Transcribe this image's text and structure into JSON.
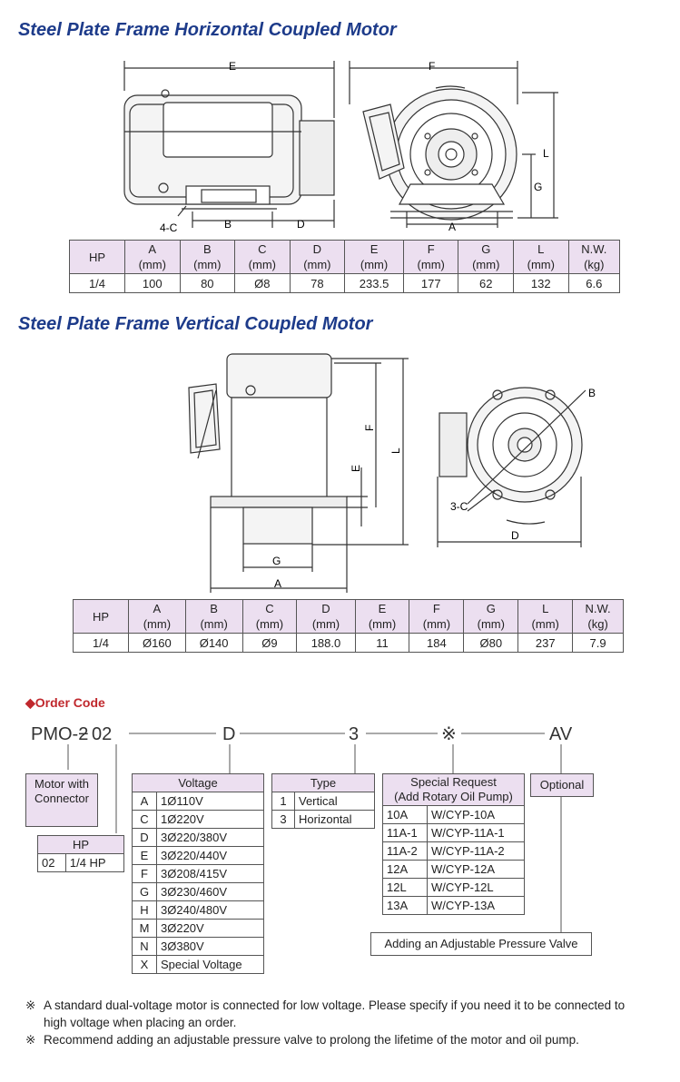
{
  "horizontal": {
    "title": "Steel Plate Frame Horizontal Coupled Motor",
    "dims": {
      "E": "E",
      "F": "F",
      "B": "B",
      "D": "D",
      "A": "A",
      "G": "G",
      "L": "L",
      "C4": "4-C"
    },
    "headers": [
      "HP",
      "A",
      "B",
      "C",
      "D",
      "E",
      "F",
      "G",
      "L",
      "N.W."
    ],
    "units": [
      "",
      "(mm)",
      "(mm)",
      "(mm)",
      "(mm)",
      "(mm)",
      "(mm)",
      "(mm)",
      "(mm)",
      "(kg)"
    ],
    "values": [
      "1/4",
      "100",
      "80",
      "Ø8",
      "78",
      "233.5",
      "177",
      "62",
      "132",
      "6.6"
    ]
  },
  "vertical": {
    "title": "Steel Plate Frame Vertical Coupled Motor",
    "dims": {
      "F": "F",
      "L": "L",
      "E": "E",
      "G": "G",
      "A": "A",
      "B": "B",
      "D": "D",
      "C3": "3-C"
    },
    "headers": [
      "HP",
      "A",
      "B",
      "C",
      "D",
      "E",
      "F",
      "G",
      "L",
      "N.W."
    ],
    "units": [
      "",
      "(mm)",
      "(mm)",
      "(mm)",
      "(mm)",
      "(mm)",
      "(mm)",
      "(mm)",
      "(mm)",
      "(kg)"
    ],
    "values": [
      "1/4",
      "Ø160",
      "Ø140",
      "Ø9",
      "188.0",
      "11",
      "184",
      "Ø80",
      "237",
      "7.9"
    ]
  },
  "order": {
    "heading": "Order Code",
    "code_parts": [
      "PMO-2",
      "02",
      "D",
      "3",
      "※",
      "AV"
    ],
    "motor_box": "Motor with Connector",
    "hp_header": "HP",
    "hp_row": [
      "02",
      "1/4 HP"
    ],
    "voltage_header": "Voltage",
    "voltage": [
      [
        "A",
        "1Ø110V"
      ],
      [
        "C",
        "1Ø220V"
      ],
      [
        "D",
        "3Ø220/380V"
      ],
      [
        "E",
        "3Ø220/440V"
      ],
      [
        "F",
        "3Ø208/415V"
      ],
      [
        "G",
        "3Ø230/460V"
      ],
      [
        "H",
        "3Ø240/480V"
      ],
      [
        "M",
        "3Ø220V"
      ],
      [
        "N",
        "3Ø380V"
      ],
      [
        "X",
        "Special Voltage"
      ]
    ],
    "type_header": "Type",
    "type": [
      [
        "1",
        "Vertical"
      ],
      [
        "3",
        "Horizontal"
      ]
    ],
    "special_header1": "Special Request",
    "special_header2": "(Add Rotary Oil Pump)",
    "special": [
      [
        "10A",
        "W/CYP-10A"
      ],
      [
        "11A-1",
        "W/CYP-11A-1"
      ],
      [
        "11A-2",
        "W/CYP-11A-2"
      ],
      [
        "12A",
        "W/CYP-12A"
      ],
      [
        "12L",
        "W/CYP-12L"
      ],
      [
        "13A",
        "W/CYP-13A"
      ]
    ],
    "optional": "Optional",
    "valve": "Adding an Adjustable Pressure Valve"
  },
  "notes": [
    {
      "mark": "※",
      "text": "A standard dual-voltage motor is connected for low voltage. Please specify if you need it to be connected to high voltage when placing an order."
    },
    {
      "mark": "※",
      "text": "Recommend adding an adjustable pressure valve to prolong the lifetime of the motor and oil pump."
    }
  ],
  "colors": {
    "title": "#1d3b8a",
    "order_heading": "#c0282d",
    "header_fill": "#ecdff0"
  }
}
